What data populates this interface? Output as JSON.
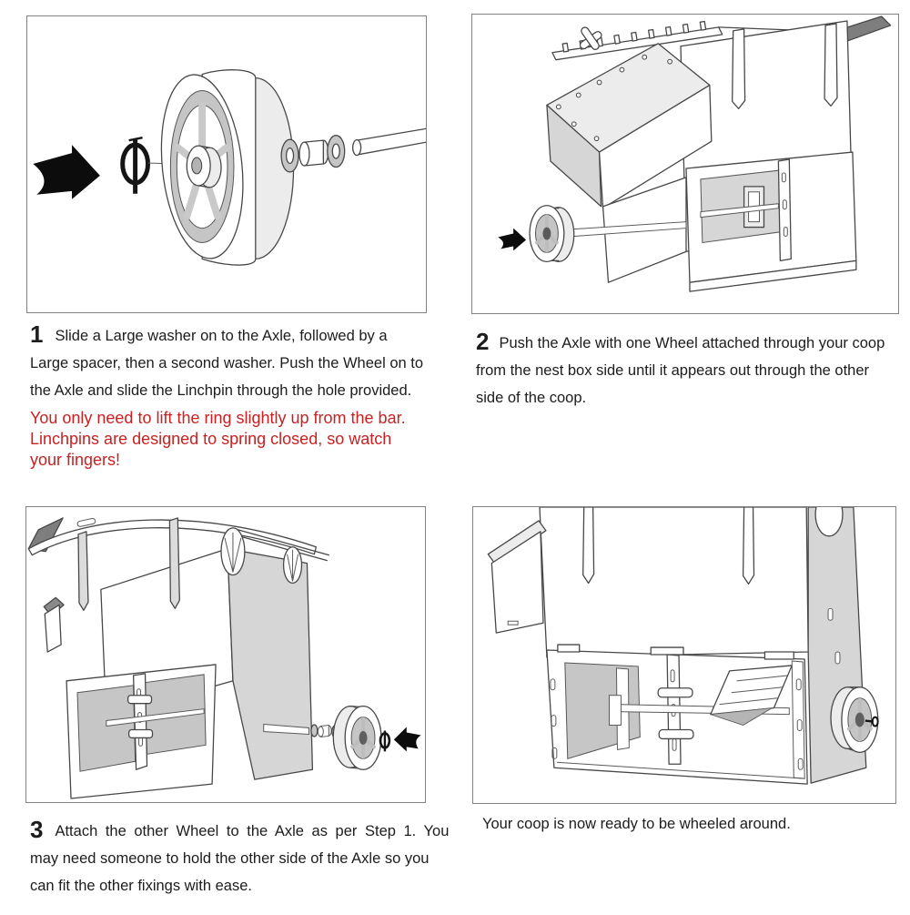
{
  "colors": {
    "warning_text": "#c92121",
    "body_text": "#1c1c1c",
    "panel_border": "#828282",
    "line_art": "#474747",
    "gray_fill": "#d6d6d6",
    "dark_roof": "#7e7e7e"
  },
  "panels": [
    {
      "step_number": "1",
      "illustration": "wheel-axle-exploded-assembly",
      "lines": [
        "Slide a Large washer on to the Axle, followed by a",
        "Large spacer, then a second washer. Push the Wheel on to",
        "the Axle and slide the Linchpin through the hole provided."
      ],
      "warning_lines": [
        "You only need to lift the ring slightly up from the bar.",
        "Linchpins are designed to spring closed, so watch",
        "your fingers!"
      ]
    },
    {
      "step_number": "2",
      "illustration": "coop-with-axle-and-one-wheel",
      "lines": [
        "Push the Axle with one Wheel attached through your coop",
        "from the nest box side until it appears out through the other",
        "side of the coop."
      ]
    },
    {
      "step_number": "3",
      "illustration": "coop-attaching-second-wheel",
      "lines": [
        "Attach the other Wheel to the Axle as per Step 1. You",
        "may need someone to hold the other side of the Axle so you",
        "can fit the other fixings with ease."
      ]
    },
    {
      "step_number": "",
      "illustration": "finished-coop-on-wheels",
      "lines": [
        "Your coop is now ready to be wheeled around."
      ]
    }
  ]
}
